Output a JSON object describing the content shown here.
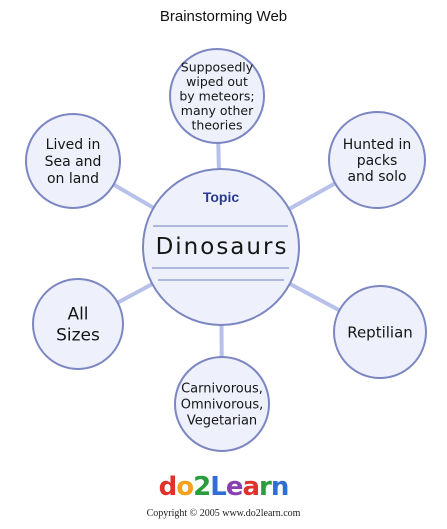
{
  "title": "Brainstorming Web",
  "topic": {
    "label": "Topic",
    "value": "Dinosaurs"
  },
  "ideas": [
    {
      "lines": [
        "Supposedly",
        "wiped out",
        "by meteors;",
        "many other",
        "theories"
      ]
    },
    {
      "lines": [
        "Hunted in",
        "packs",
        "and solo"
      ]
    },
    {
      "lines": [
        "Reptilian"
      ]
    },
    {
      "lines": [
        "Carnivorous,",
        "Omnivorous,",
        "Vegetarian"
      ]
    },
    {
      "lines": [
        "All",
        "Sizes"
      ]
    },
    {
      "lines": [
        "Lived in",
        "Sea and",
        "on land"
      ]
    }
  ],
  "logo": {
    "parts": [
      {
        "text": "d",
        "color": "#e0312b"
      },
      {
        "text": "o",
        "color": "#f5a11b"
      },
      {
        "text": "2",
        "color": "#2a9c3e"
      },
      {
        "text": "L",
        "color": "#2f6fd1"
      },
      {
        "text": "e",
        "color": "#8a3fb0"
      },
      {
        "text": "a",
        "color": "#e0312b"
      },
      {
        "text": "r",
        "color": "#2a9c3e"
      },
      {
        "text": "n",
        "color": "#2f6fd1"
      }
    ]
  },
  "copyright": "Copyright © 2005 www.do2learn.com",
  "colors": {
    "circle_fill": "#eef1fb",
    "circle_stroke": "#7b86c2",
    "spoke": "#b7c1ea",
    "topic_line": "#9aa3d6",
    "ink": "#161616",
    "topic_label": "#2a3b8f"
  }
}
